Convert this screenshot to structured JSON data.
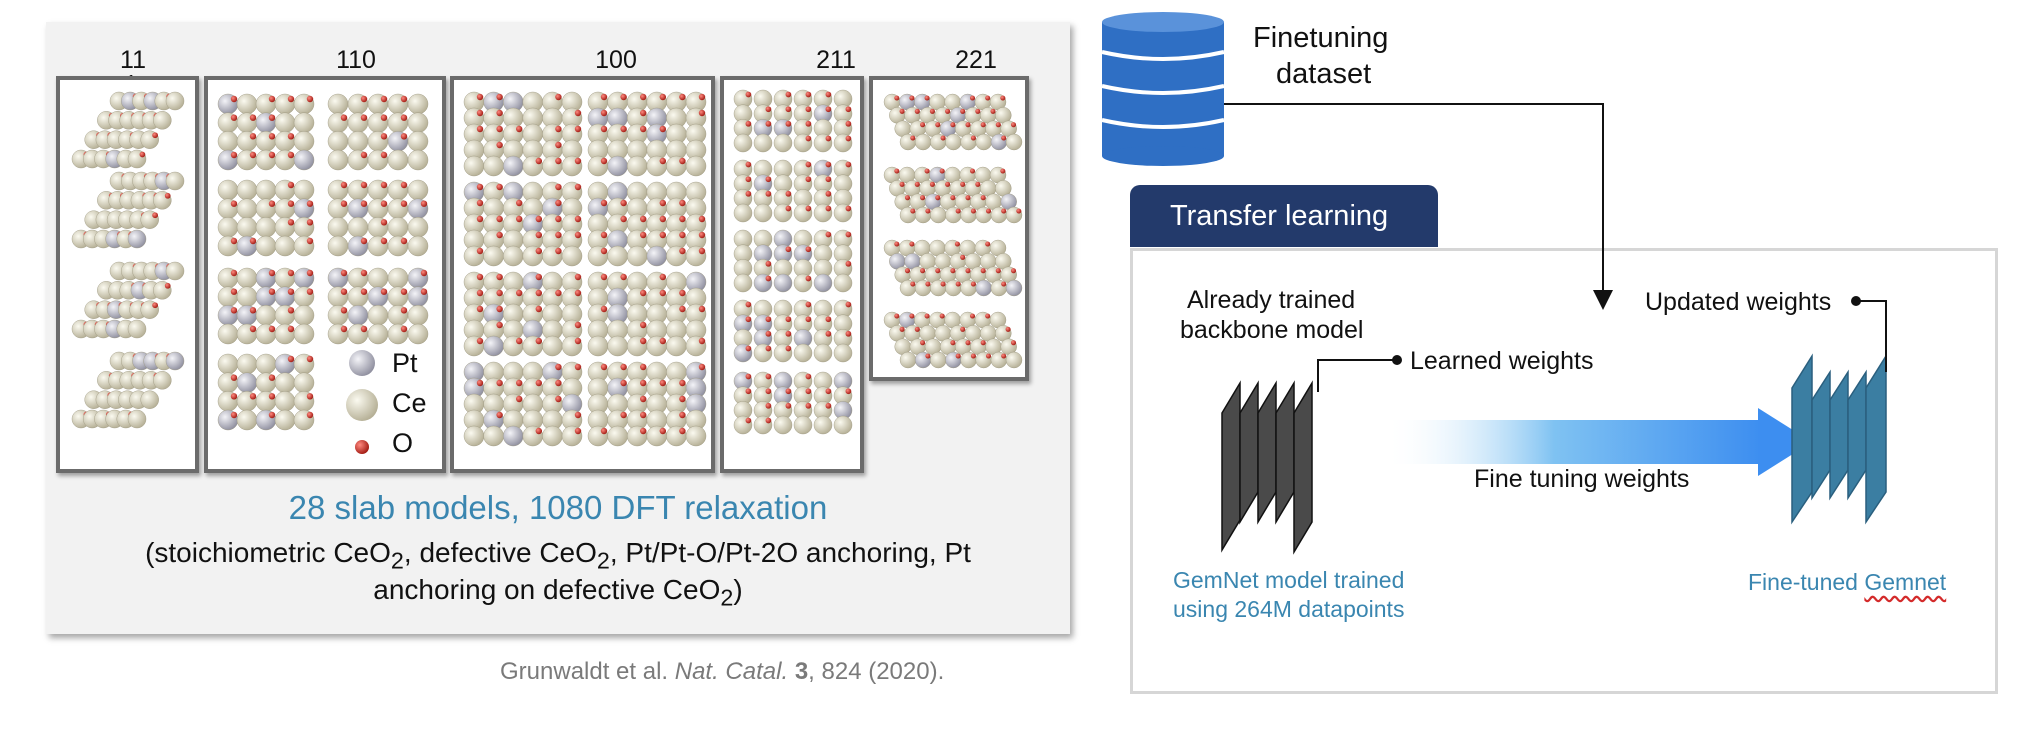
{
  "facets": [
    {
      "label": "11",
      "note": "1"
    },
    {
      "label": "110"
    },
    {
      "label": "100"
    },
    {
      "label": "211"
    },
    {
      "label": "221"
    }
  ],
  "legend": [
    {
      "symbol": "Pt",
      "color": "#b8b8c6"
    },
    {
      "symbol": "Ce",
      "color": "#dcd8c2"
    },
    {
      "symbol": "O",
      "color": "#c8281e"
    }
  ],
  "caption": {
    "title": "28 slab models, 1080 DFT relaxation",
    "line1": [
      "(stoichiometric CeO",
      "2",
      ", defective CeO",
      "2",
      ", Pt/Pt-O/Pt-2O anchoring, Pt"
    ],
    "line2": [
      "anchoring on defective CeO",
      "2",
      ")"
    ]
  },
  "citation": {
    "authors": "Grunwaldt et al. ",
    "journal": "Nat. Catal.",
    "volume": "3",
    "rest": ", 824 (2020)."
  },
  "diagram": {
    "dataset_label_1": "Finetuning",
    "dataset_label_2": "dataset",
    "transfer_tab": "Transfer learning",
    "backbone_1": "Already trained",
    "backbone_2": "backbone model",
    "learned_weights": "Learned weights",
    "updated_weights": "Updated weights",
    "fine_tuning_weights": "Fine tuning weights",
    "gemnet_trained_1": "GemNet model trained",
    "gemnet_trained_2": "using 264M datapoints",
    "finetuned_prefix": "Fine-tuned ",
    "finetuned_name": "Gemnet"
  },
  "colors": {
    "database_blue": "#2f6fc4",
    "tab_navy": "#233a6b",
    "caption_blue": "#3a86b0",
    "arrow_blue": "#3d8ef0",
    "finetuned_teal": "#3b7ea2",
    "backbone_gray": "#4a4a4a"
  }
}
